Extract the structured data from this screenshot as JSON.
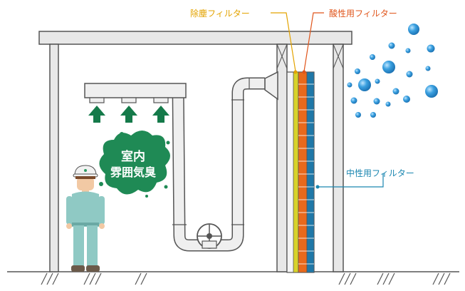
{
  "labels": {
    "dust_filter": "除塵フィルター",
    "acid_filter": "酸性用フィルター",
    "neutral_filter": "中性用フィルター",
    "indoor_atmosphere_line1": "室内",
    "indoor_atmosphere_line2": "雰囲気臭"
  },
  "colors": {
    "dust_label": "#e3a300",
    "acid_label": "#e0551b",
    "neutral_label": "#1a86b0",
    "filter_yellow": "#d7d22a",
    "filter_orange": "#e8691c",
    "filter_blue": "#1f78a8",
    "arrow_green": "#157a4a",
    "odor_cloud": "#1f8a55",
    "structure_fill": "#e8e8e8",
    "structure_stroke": "#555555",
    "droplet_blue": "#2a8fd0"
  },
  "icons": {
    "worker": "worker-with-helmet-icon",
    "arrow": "arrow-up-icon",
    "fan": "fan-icon",
    "droplet": "droplet-icon"
  }
}
